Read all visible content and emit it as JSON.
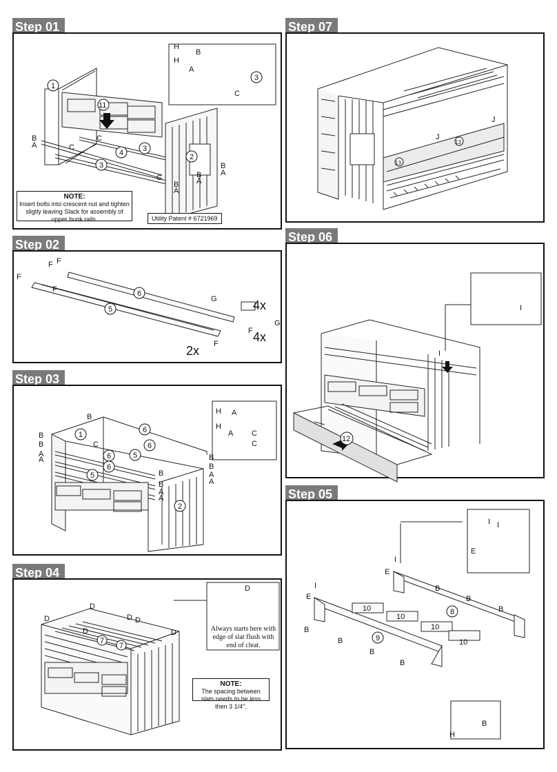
{
  "steps": {
    "s01": {
      "title": "Step 01",
      "note_title": "NOTE:",
      "note_text": "Insert bolts into crescent nut and tighten sligtly leaving Slack for assembly of upper bunk rails.",
      "patent": "Utility Patent # 6721969"
    },
    "s02": {
      "title": "Step 02",
      "qty1": "4x",
      "qty2": "4x",
      "qty3": "2x"
    },
    "s03": {
      "title": "Step 03"
    },
    "s04": {
      "title": "Step 04",
      "note_title": "NOTE:",
      "note_text": "The spacing between slats needs to be less then 3 1/4\".",
      "callout": "Always starts here with edge of slat flush with end of cleat."
    },
    "s05": {
      "title": "Step 05"
    },
    "s06": {
      "title": "Step 06"
    },
    "s07": {
      "title": "Step 07"
    }
  },
  "labels": {
    "A": "A",
    "B": "B",
    "C": "C",
    "D": "D",
    "E": "E",
    "F": "F",
    "G": "G",
    "H": "H",
    "I": "I",
    "J": "J",
    "n1": "1",
    "n2": "2",
    "n3": "3",
    "n4": "4",
    "n5": "5",
    "n6": "6",
    "n7": "7",
    "n8": "8",
    "n9": "9",
    "n10": "10",
    "n11": "11",
    "n12": "12",
    "n13": "13"
  }
}
